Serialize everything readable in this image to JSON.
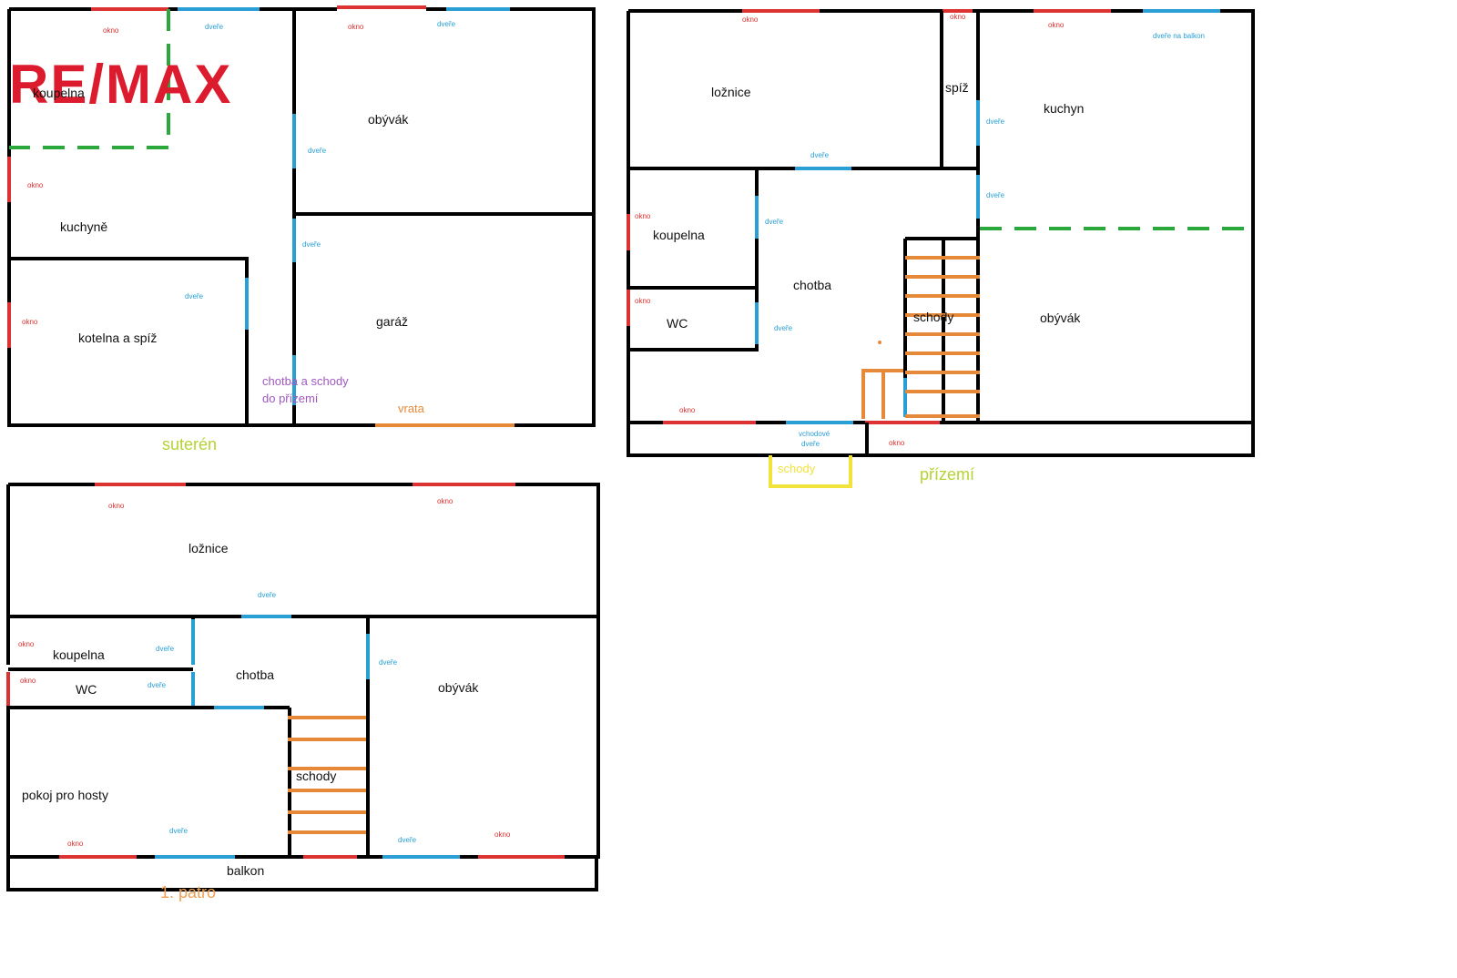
{
  "logo": {
    "text": "RE/MAX"
  },
  "labels": {
    "okno": "okno",
    "dvere": "dveře",
    "dvere_na_balkon": "dveře na balkon",
    "vchodove_dvere_1": "vchodové",
    "vchodove_dvere_2": "dveře"
  },
  "suteren": {
    "floor_name": "suterén",
    "rooms": {
      "koupelna": "koupelna",
      "obyvak": "obývák",
      "kuchyne": "kuchyně",
      "kotelna": "kotelna a spíž",
      "garaz": "garáž",
      "chodba_line1": "chotba a schody",
      "chodba_line2": "do přízemí",
      "vrata": "vrata"
    }
  },
  "prizemi": {
    "floor_name": "přízemí",
    "rooms": {
      "loznice": "ložnice",
      "spiz": "spíž",
      "kuchyn": "kuchyn",
      "koupelna": "koupelna",
      "chodba": "chotba",
      "wc": "WC",
      "schody": "schody",
      "obyvak": "obývák",
      "schody_vstup": "schody"
    }
  },
  "patro": {
    "floor_name": "1. patro",
    "rooms": {
      "loznice": "ložnice",
      "koupelna": "koupelna",
      "wc": "WC",
      "chodba": "chotba",
      "obyvak": "obývák",
      "schody": "schody",
      "pokoj": "pokoj pro hosty",
      "balkon": "balkon"
    }
  },
  "colors": {
    "window": "#dc3232",
    "door": "#2a9fd6",
    "stairs": "#e68a3a",
    "dashed_boundary": "#2aa83c",
    "entrance_stairs": "#f2e23c",
    "logo": "#dc1c2e",
    "logo_slash": "#1a3c8c"
  }
}
